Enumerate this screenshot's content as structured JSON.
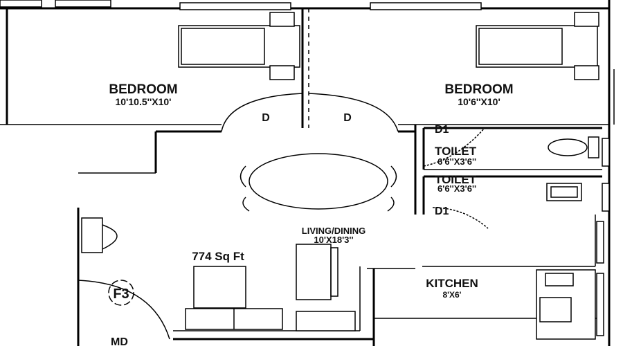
{
  "rooms": {
    "bedroom1": {
      "name": "BEDROOM",
      "size": "10'10.5''X10'"
    },
    "bedroom2": {
      "name": "BEDROOM",
      "size": "10'6''X10'"
    },
    "toilet1": {
      "name": "TOILET",
      "size": "6'6''X3'6''"
    },
    "toilet2": {
      "name": "TOILET",
      "size": "6'6''X3'6''"
    },
    "living": {
      "name": "LIVING/DINING",
      "size": "10'X18'3''"
    },
    "kitchen": {
      "name": "KITCHEN",
      "size": "8'X6'"
    }
  },
  "doors": {
    "bedroom1": "D",
    "bedroom2": "D",
    "toilet1": "D1",
    "toilet2": "D1",
    "main": "MD"
  },
  "area": "774 Sq Ft",
  "logo": "F3"
}
